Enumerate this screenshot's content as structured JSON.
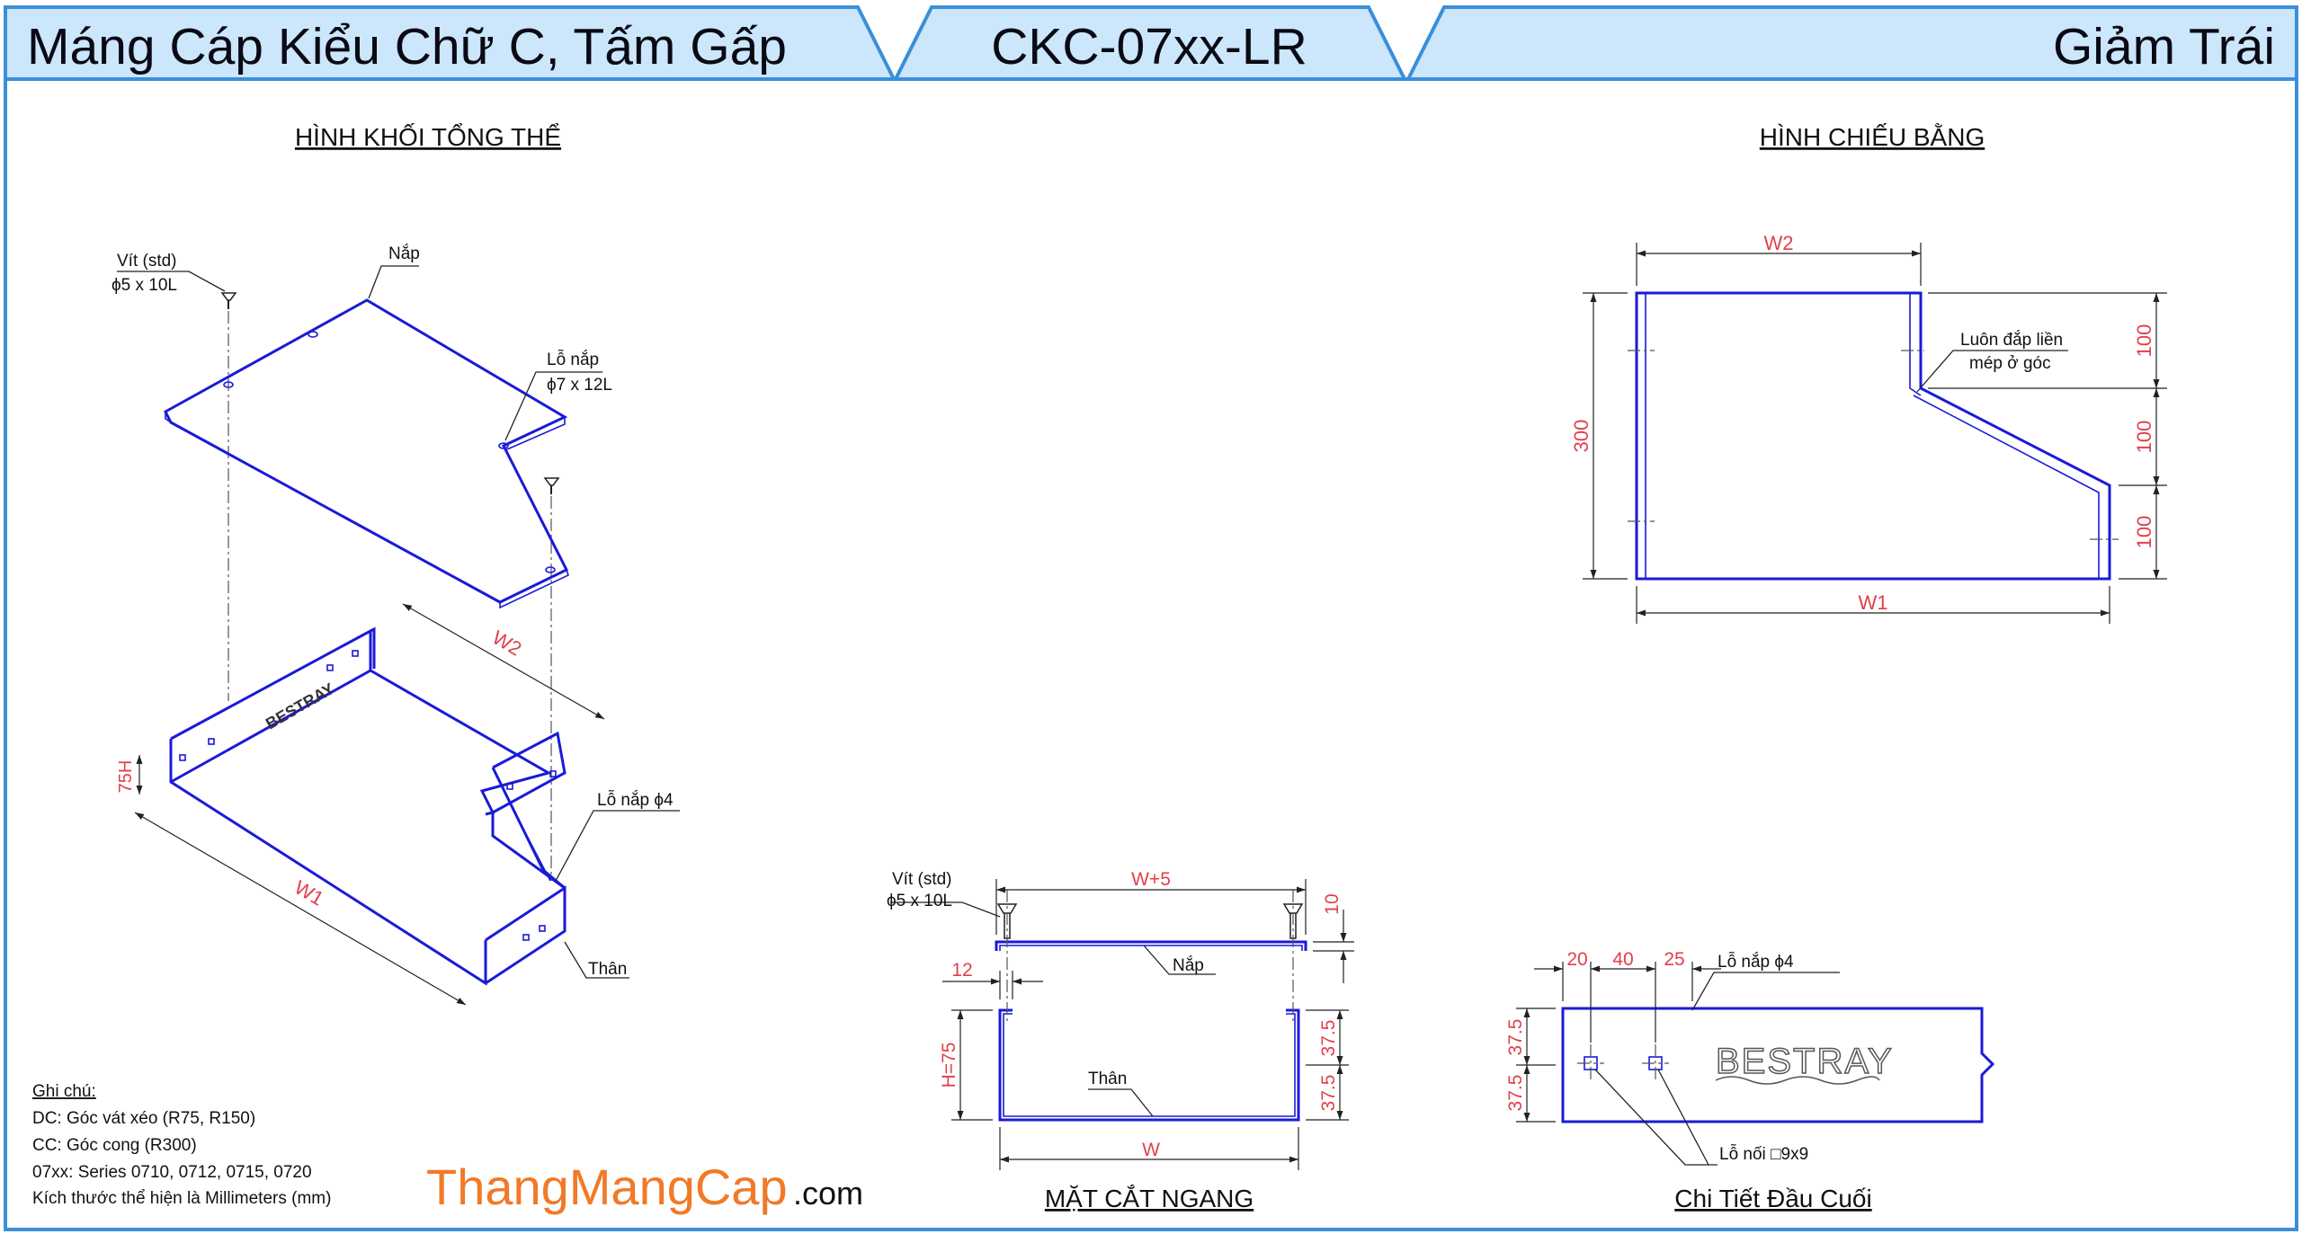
{
  "header": {
    "left_title": "Máng Cáp Kiểu Chữ C, Tấm Gấp",
    "center_code": "CKC-07xx-LR",
    "right_title": "Giảm Trái"
  },
  "colors": {
    "header_fill": "#cce6fb",
    "header_border": "#3b8fd9",
    "part_line": "#1a1ad8",
    "dimension_text": "#e0404a",
    "brand_orange": "#f07a28"
  },
  "iso_view": {
    "title": "HÌNH KHỐI TỔNG THỂ",
    "screw_label_line1": "Vít (std)",
    "screw_label_line2": "ϕ5 x 10L",
    "lid_label": "Nắp",
    "lid_hole_line1": "Lỗ nắp",
    "lid_hole_line2": "ϕ7 x 12L",
    "lid_hole_small": "Lỗ nắp ϕ4",
    "body_label": "Thân",
    "dim_w2": "W2",
    "dim_w1": "W1",
    "dim_h": "75H",
    "brand_stamp": "BESTRAY"
  },
  "plan_view": {
    "title": "HÌNH CHIẾU BẰNG",
    "dim_w2": "W2",
    "dim_w1": "W1",
    "dim_300": "300",
    "dim_100_top": "100",
    "dim_100_mid": "100",
    "dim_100_bot": "100",
    "note_line1": "Luôn đắp liền",
    "note_line2": "mép ở góc"
  },
  "section_view": {
    "title": "MẶT CẮT NGANG",
    "screw_label_line1": "Vít (std)",
    "screw_label_line2": "ϕ5 x 10L",
    "lid_label": "Nắp",
    "body_label": "Thân",
    "dim_w5": "W+5",
    "dim_w": "W",
    "dim_10": "10",
    "dim_12": "12",
    "dim_h75": "H=75",
    "dim_375_top": "37.5",
    "dim_375_bot": "37.5"
  },
  "end_detail": {
    "title": "Chi Tiết Đầu Cuối",
    "dim_20": "20",
    "dim_40": "40",
    "dim_25": "25",
    "lid_hole": "Lỗ nắp ϕ4",
    "joint_hole": "Lỗ nối □9x9",
    "dim_375_top": "37.5",
    "dim_375_bot": "37.5",
    "brand_stamp": "BESTRAY"
  },
  "notes": {
    "heading": "Ghi chú:",
    "lines": [
      "DC: Góc vát xéo (R75, R150)",
      "CC: Góc cong (R300)",
      "07xx: Series 0710, 0712, 0715, 0720",
      "Kích thước thể hiện là Millimeters (mm)"
    ]
  },
  "brand": {
    "name": "ThangMangCap",
    "suffix": ".com"
  }
}
